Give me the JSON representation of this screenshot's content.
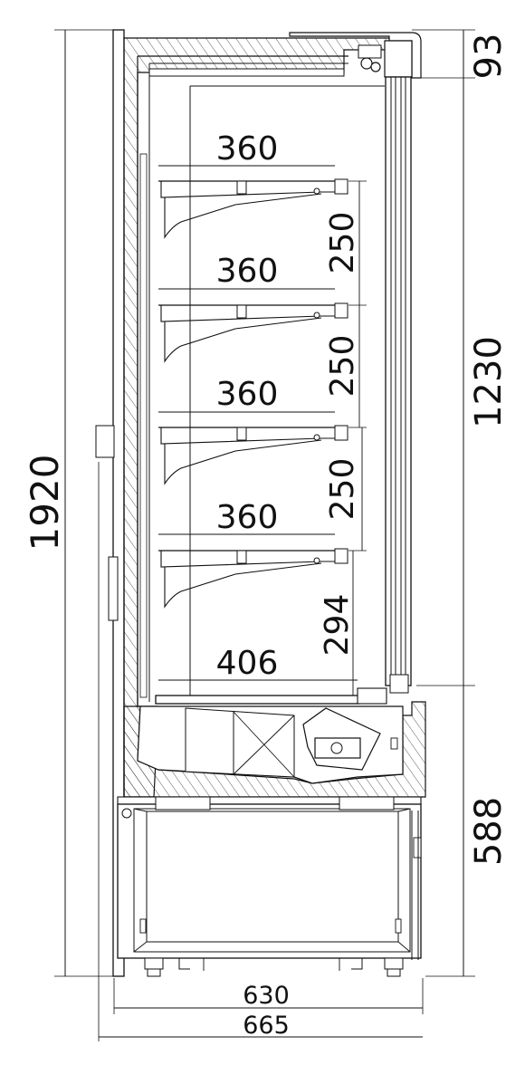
{
  "dimensions": {
    "overall_height": "1920",
    "top_section": "93",
    "display_height": "1230",
    "base_height": "588",
    "inner_width": "630",
    "overall_width": "665",
    "shelves": [
      {
        "depth": "360",
        "spacing": "250"
      },
      {
        "depth": "360",
        "spacing": "250"
      },
      {
        "depth": "360",
        "spacing": "250"
      },
      {
        "depth": "360",
        "spacing": "294"
      }
    ],
    "bottom_depth": "406"
  }
}
